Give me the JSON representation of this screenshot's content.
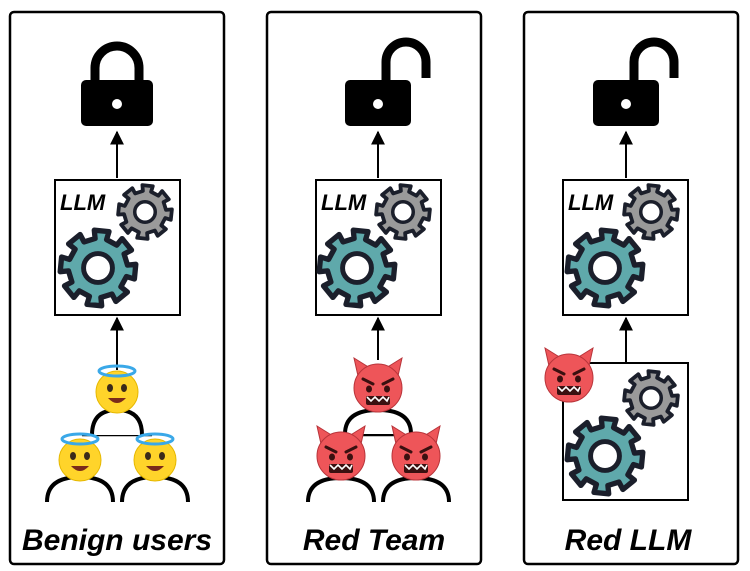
{
  "panels": [
    {
      "caption": "Benign users",
      "lock": "locked-padlock-icon",
      "model_label": "LLM",
      "attacker": "benign-users-group"
    },
    {
      "caption": "Red Team",
      "lock": "unlocked-padlock-icon",
      "model_label": "LLM",
      "attacker": "red-team-devils-group"
    },
    {
      "caption": "Red LLM",
      "lock": "unlocked-padlock-icon",
      "model_label": "LLM",
      "attacker": "red-llm-box-with-devil"
    }
  ],
  "colors": {
    "gear_teal": "#5fa9ab",
    "gear_grey": "#9a9a9a",
    "angel_face": "#ffd42a",
    "halo": "#3aa8e8",
    "devil_face": "#ee5559",
    "outline": "#1b1f2b"
  }
}
